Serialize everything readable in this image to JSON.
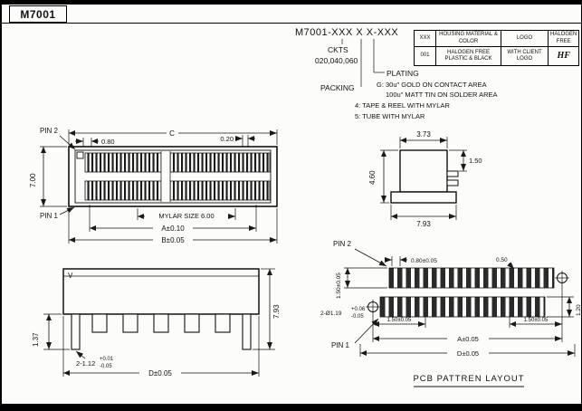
{
  "page": {
    "title": "M7001"
  },
  "ordering": {
    "code": "M7001-XXX X X-XXX",
    "ckts_label": "CKTS",
    "ckts_values": "020,040,060",
    "packing_label": "PACKING",
    "packing_options": [
      "4: TAPE & REEL WITH MYLAR",
      "5: TUBE WITH MYLAR"
    ],
    "plating_label": "PLATING",
    "plating_options": [
      "G: 30u\" GOLD ON CONTACT AREA",
      "100u\" MATT TIN ON SOLDER AREA"
    ]
  },
  "spec_table": {
    "headers": [
      "XXX",
      "HOUSING MATERIAL & COLOR",
      "LOGO",
      "HALOGEN FREE"
    ],
    "row": [
      "001",
      "HALOGEN FREE PLASTIC & BLACK",
      "WITH CLIENT LOGO",
      "HF"
    ]
  },
  "top_view": {
    "pin2_label": "PIN 2",
    "pin1_label": "PIN 1",
    "dim_width": "C",
    "dim_pitch": "0.80",
    "dim_020": "0.20",
    "dim_height": "7.00",
    "mylar_note": "MYLAR SIZE 6.00",
    "dim_a": "A±0.10",
    "dim_b": "B±0.05"
  },
  "side_view": {
    "dim_top": "3.73",
    "dim_tab": "1.50",
    "dim_left": "4.60",
    "dim_bottom": "7.93"
  },
  "front_view": {
    "datum_mark": "V",
    "dim_height": "7.93",
    "dim_peg": "1.37",
    "dim_peg_width": "2-1.12",
    "tol_plus": "+0.01",
    "tol_minus": "-0.05",
    "dim_d": "D±0.05"
  },
  "pcb_layout": {
    "title": "PCB PATTREN LAYOUT",
    "pin2_label": "PIN 2",
    "pin1_label": "PIN 1",
    "dim_pitch": "0.80±0.05",
    "dim_gap": "0.50",
    "dim_pad_len_top": "1.50±0.05",
    "dim_hole": "2-Ø1.19",
    "hole_tol_plus": "+0.06",
    "hole_tol_minus": "-0.05",
    "dim_hole_left": "1.50±0.05",
    "dim_hole_right": "1.50±0.05",
    "dim_a": "A±0.05",
    "dim_d": "D±0.05",
    "dim_pad_len_bottom": "1.20"
  }
}
